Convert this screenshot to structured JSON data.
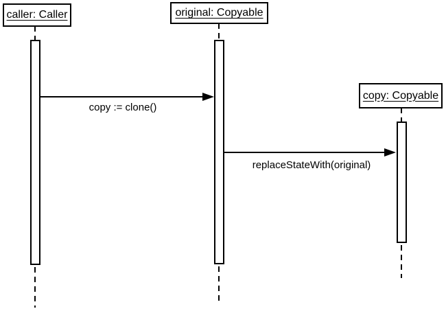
{
  "diagram": {
    "kind": "uml-sequence-diagram",
    "colors": {
      "background": "#ffffff",
      "line": "#000000",
      "text": "#000000"
    },
    "lifelines": [
      {
        "id": "caller",
        "label": "caller: Caller"
      },
      {
        "id": "original",
        "label": "original: Copyable"
      },
      {
        "id": "copy",
        "label": "copy: Copyable"
      }
    ],
    "messages": [
      {
        "label": "copy := clone()",
        "from": "caller",
        "to": "original",
        "arrow": "solid-filled-head"
      },
      {
        "label": "replaceStateWith(original)",
        "from": "original",
        "to": "copy",
        "arrow": "solid-filled-head"
      }
    ]
  }
}
